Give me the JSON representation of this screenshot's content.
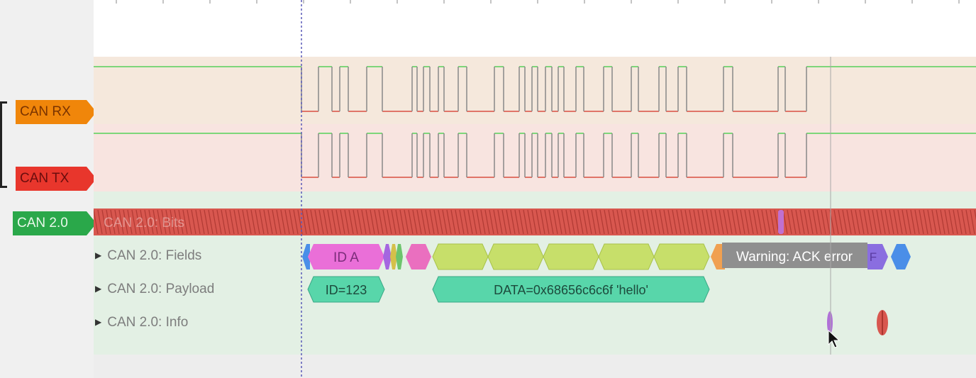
{
  "channels": [
    {
      "label": "CAN RX",
      "color": "#f0860a",
      "text_color": "#7a3300"
    },
    {
      "label": "CAN TX",
      "color": "#e8362c",
      "text_color": "#6a0d0d"
    },
    {
      "label": "CAN 2.0",
      "color": "#2aa84a",
      "text_color": "#e8f8ea"
    }
  ],
  "decoder_rows": [
    {
      "label": "CAN 2.0: Fields"
    },
    {
      "label": "CAN 2.0: Payload"
    },
    {
      "label": "CAN 2.0: Info"
    }
  ],
  "bits_label": "CAN 2.0: Bits",
  "fields": {
    "id": "ID A",
    "warning": "Warning: ACK error",
    "f_letter": "F"
  },
  "payload": {
    "id": "ID=123",
    "data": "DATA=0x68656c6c6f 'hello'"
  },
  "colors": {
    "accent_green": "#2aa84a",
    "rx_band": "#f5e8dc",
    "tx_band": "#f8e4e0",
    "decoder_band": "#e3f0e4",
    "bits_red": "#d8574f",
    "field_pink": "#ea6fd8",
    "field_lime": "#c7df6a",
    "payload_teal": "#58d6aa",
    "end_blue": "#4a8ee8",
    "warning_grey": "#8f8f8f"
  }
}
